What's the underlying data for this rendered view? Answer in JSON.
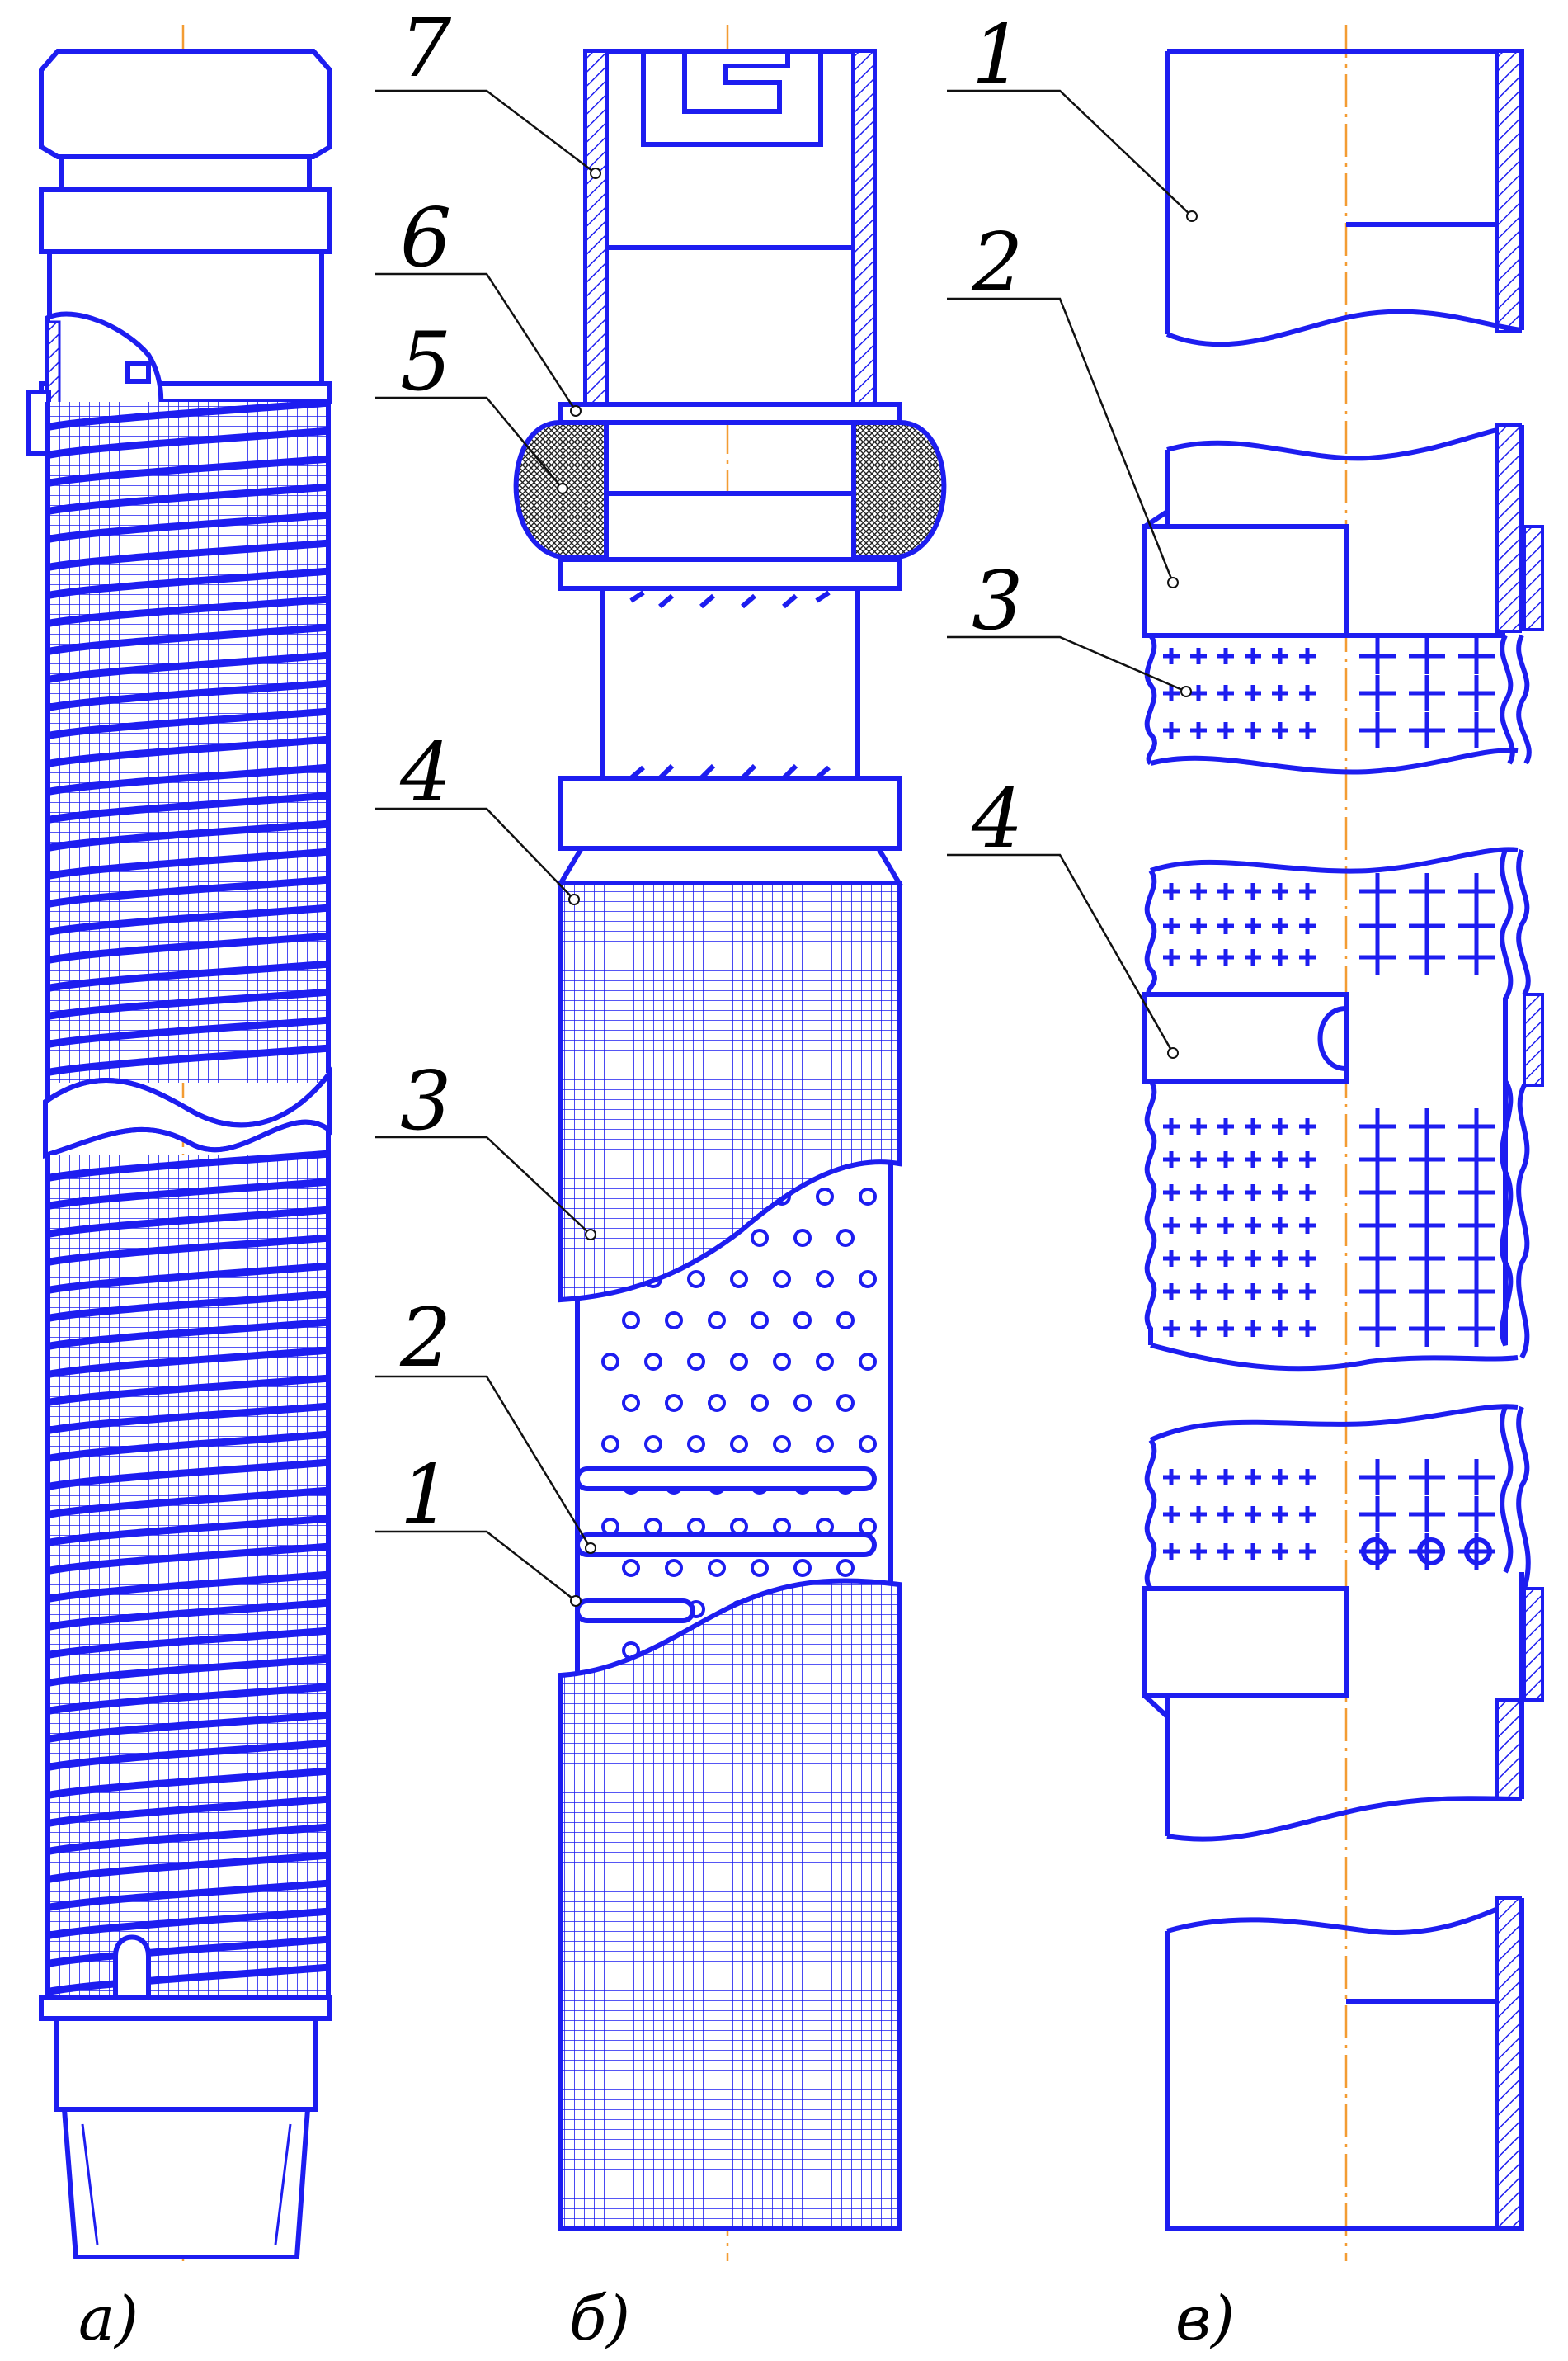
{
  "views": [
    {
      "id": "a",
      "caption": "а)"
    },
    {
      "id": "b",
      "caption": "б)"
    },
    {
      "id": "v",
      "caption": "в)"
    }
  ],
  "callouts_b": [
    "7",
    "6",
    "5",
    "4",
    "3",
    "2",
    "1"
  ],
  "callouts_v": [
    "1",
    "2",
    "3",
    "4"
  ],
  "colors": {
    "line": "#1d1df0",
    "axis": "#f39c33",
    "leader": "#111111",
    "background": "#ffffff"
  }
}
